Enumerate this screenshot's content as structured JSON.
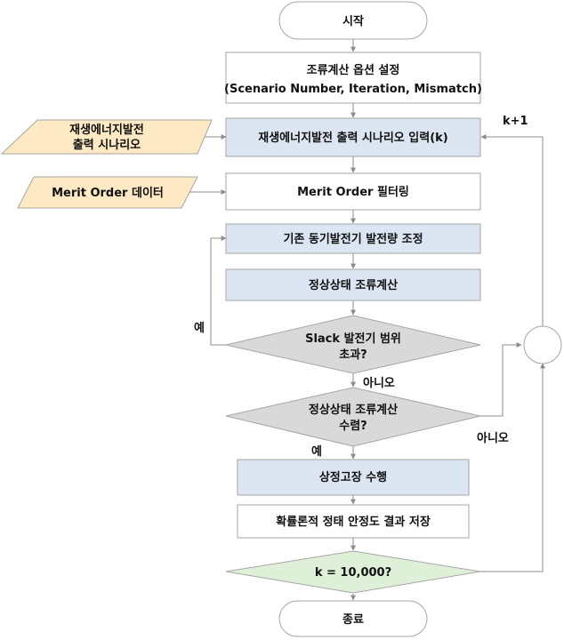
{
  "nodes": {
    "start": "시작",
    "setup_line1": "조류계산 옵션 설정",
    "setup_line2": "(Scenario Number, Iteration, Mismatch)",
    "input_scenario": "재생에너지발전 출력 시나리오 입력(k)",
    "merit_filter": "Merit Order 필터링",
    "adjust": "기존 동기발전기 발전량 조정",
    "steady_calc": "정상상태 조류계산",
    "slack_line1": "Slack 발전기 범위",
    "slack_line2": "초과?",
    "converge_line1": "정상상태 조류계산",
    "converge_line2": "수렴?",
    "contingency": "상정고장 수행",
    "save": "확률론적 정태 안정도 결과 저장",
    "k_check": "k = 10,000?",
    "end": "종료"
  },
  "inputs": {
    "renewable_line1": "재생에너지발전",
    "renewable_line2": "출력 시나리오",
    "merit_data": "Merit Order 데이터"
  },
  "edge_labels": {
    "k_plus_one": "k+1",
    "yes_slack": "예",
    "no_slack": "아니오",
    "yes_converge": "예",
    "no_converge": "아니오"
  },
  "colors": {
    "process_blue": "#dce6f2",
    "process_white": "#ffffff",
    "input_yellow": "#fde9c3",
    "decision_gray": "#d9d9d9",
    "decision_green": "#dff0d8",
    "border": "#a6a6a6",
    "arrow": "#8c8c8c"
  }
}
